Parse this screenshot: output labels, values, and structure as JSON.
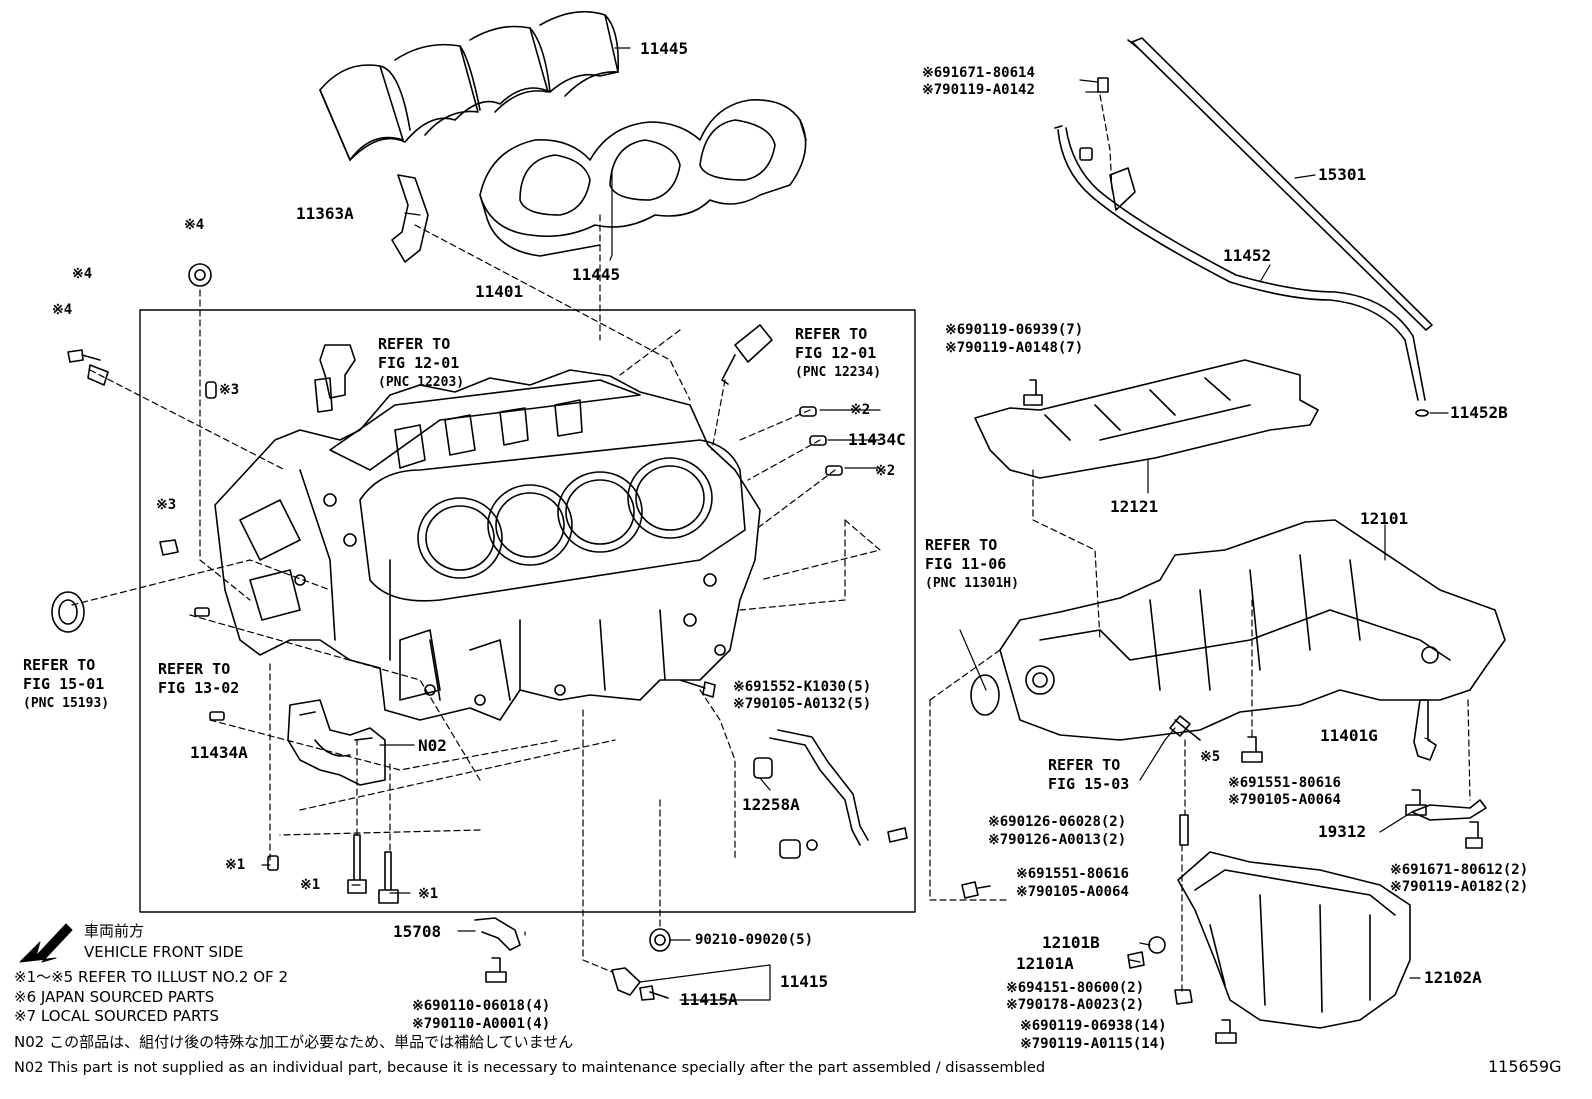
{
  "diagram_id": "115659G",
  "labels": {
    "p11445_top": "11445",
    "p11445_bot": "11445",
    "p11363A": "11363A",
    "p11401": "11401",
    "p15301": "15301",
    "p11452": "11452",
    "p11452B": "11452B",
    "p12121": "12121",
    "p12101": "12101",
    "p11434C": "11434C",
    "p11434A": "11434A",
    "pN02": "N02",
    "p12258A": "12258A",
    "p11401G": "11401G",
    "p19312": "19312",
    "p15708": "15708",
    "p11415": "11415",
    "p11415A": "11415A",
    "p90210": "90210-09020(5)",
    "p12101B": "12101B",
    "p12101A": "12101A",
    "p12102A": "12102A"
  },
  "marks": {
    "m4a": "※4",
    "m4b": "※4",
    "m4c": "※4",
    "m3a": "※3",
    "m3b": "※3",
    "m2a": "※2",
    "m2b": "※2",
    "m1a": "※1",
    "m1b": "※1",
    "m1c": "※1",
    "m5": "※5"
  },
  "codes": {
    "c1": "※691671-80614",
    "c2": "※790119-A0142",
    "c3": "※690119-06939(7)",
    "c4": "※790119-A0148(7)",
    "c5": "※691552-K1030(5)",
    "c6": "※790105-A0132(5)",
    "c7": "※691551-80616",
    "c8": "※790105-A0064",
    "c9": "※690126-06028(2)",
    "c10": "※790126-A0013(2)",
    "c11": "※691551-80616",
    "c12": "※790105-A0064",
    "c13": "※691671-80612(2)",
    "c14": "※790119-A0182(2)",
    "c15": "※694151-80600(2)",
    "c16": "※790178-A0023(2)",
    "c17": "※690119-06938(14)",
    "c18": "※790119-A0115(14)",
    "c19": "※690110-06018(4)",
    "c20": "※790110-A0001(4)"
  },
  "refs": {
    "r1": {
      "line1": "REFER TO",
      "line2": "FIG 12-01",
      "pnc": "(PNC 12203)"
    },
    "r2": {
      "line1": "REFER TO",
      "line2": "FIG 12-01",
      "pnc": "(PNC 12234)"
    },
    "r3": {
      "line1": "REFER TO",
      "line2": "FIG 11-06",
      "pnc": "(PNC 11301H)"
    },
    "r4": {
      "line1": "REFER TO",
      "line2": "FIG 15-01",
      "pnc": "(PNC 15193)"
    },
    "r5": {
      "line1": "REFER TO",
      "line2": "FIG 13-02"
    },
    "r6": {
      "line1": "REFER TO",
      "line2": "FIG 15-03"
    }
  },
  "front": {
    "jp": "車両前方",
    "en": "VEHICLE FRONT SIDE"
  },
  "notes": {
    "n1": "※1～※5 REFER TO ILLUST NO.2 OF 2",
    "n2": "※6 JAPAN SOURCED PARTS",
    "n3": "※7 LOCAL SOURCED PARTS",
    "n4": "N02 この部品は、組付け後の特殊な加工が必要なため、単品では補給していません",
    "n5": "N02 This part is not supplied as an individual part, because it is necessary to maintenance specially after the part assembled / disassembled"
  }
}
